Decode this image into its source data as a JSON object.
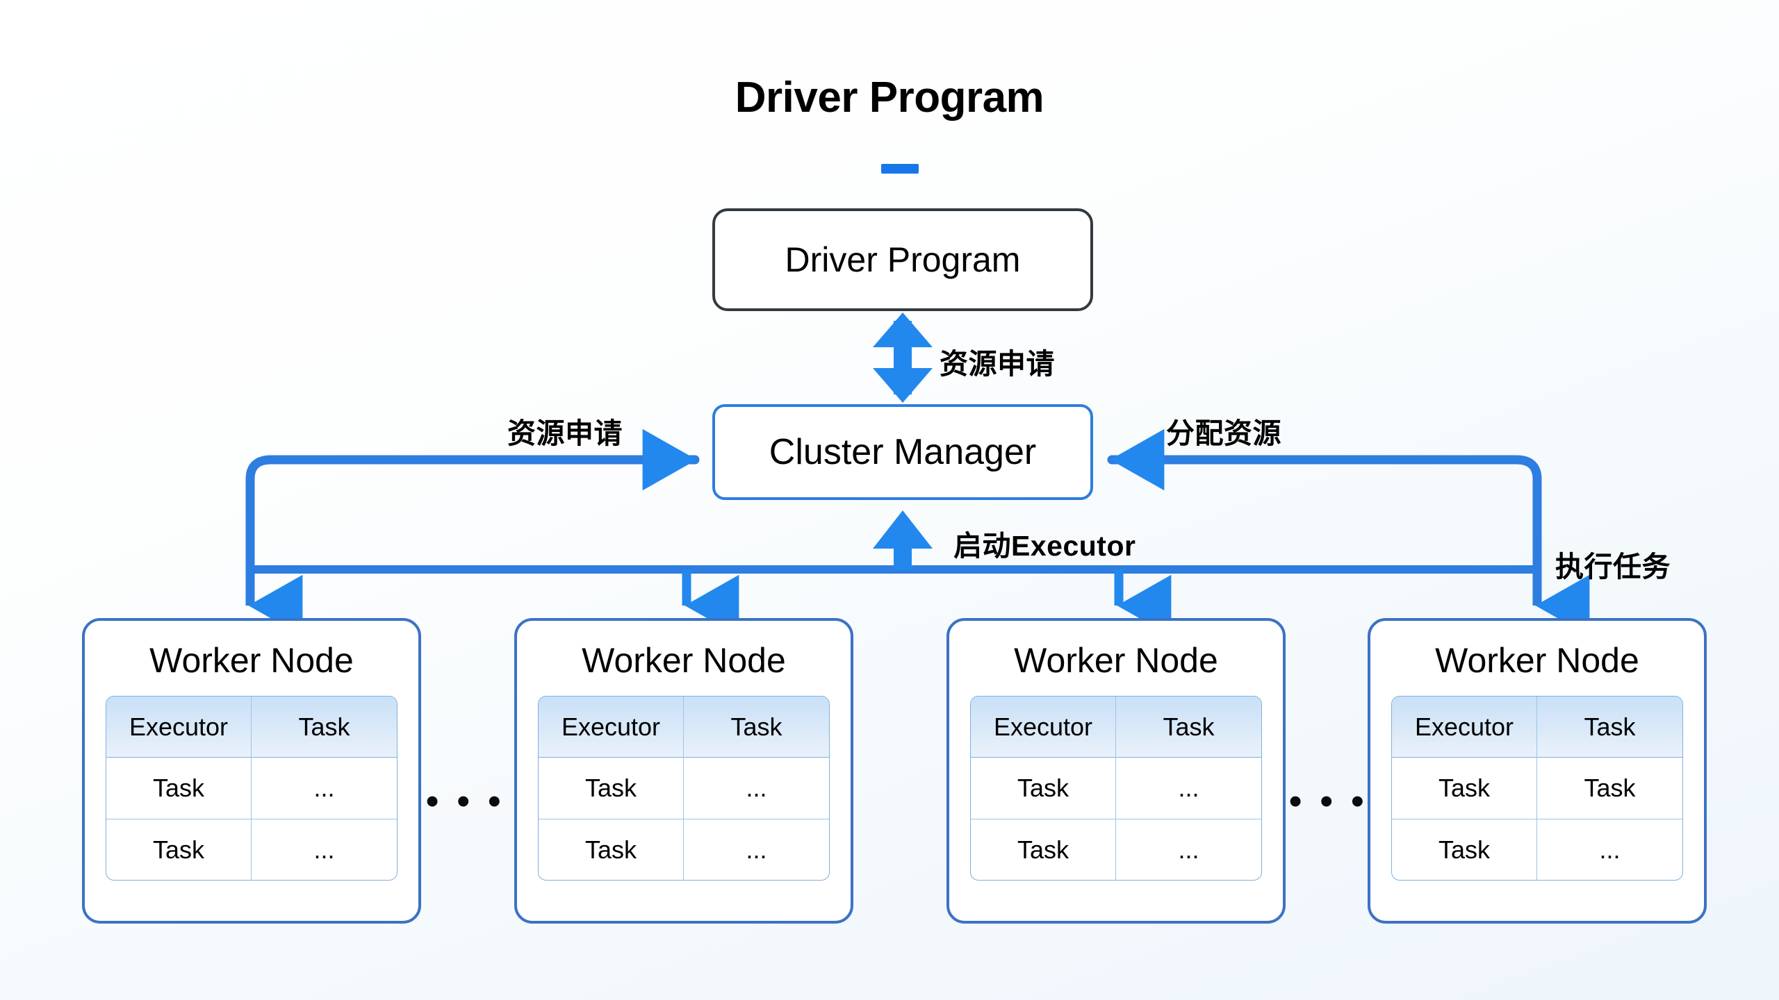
{
  "page": {
    "title": "Driver Program",
    "accent_color": "#1877e8",
    "arrow_color": "#2288ee",
    "worker_border_color": "#3d72c4",
    "table_header_color": "#c9e0f7",
    "background_color": "#f4f9fc"
  },
  "nodes": {
    "driver": {
      "label": "Driver Program"
    },
    "cluster_manager": {
      "label": "Cluster Manager"
    }
  },
  "edges": [
    {
      "id": "driver-cluster",
      "label": "资源申请",
      "direction": "bidirectional"
    },
    {
      "id": "workers-cluster",
      "label": "资源申请",
      "direction": "to-cluster"
    },
    {
      "id": "cluster-workers",
      "label": "分配资源",
      "direction": "from-cluster"
    },
    {
      "id": "start-executor",
      "label": "启动Executor",
      "direction": "to-cluster"
    },
    {
      "id": "execute-task",
      "label": "执行任务",
      "direction": "to-worker"
    }
  ],
  "labels": {
    "driver_cluster": "资源申请",
    "left_request": "资源申请",
    "right_allocate": "分配资源",
    "start_executor": "启动Executor",
    "execute_task": "执行任务"
  },
  "table": {
    "headers": [
      "Executor",
      "Task"
    ]
  },
  "separator": {
    "dots": "•••"
  },
  "workers": [
    {
      "title": "Worker Node",
      "headers": [
        "Executor",
        "Task"
      ],
      "rows": [
        [
          "Task",
          "..."
        ],
        [
          "Task",
          "..."
        ]
      ]
    },
    {
      "title": "Worker Node",
      "headers": [
        "Executor",
        "Task"
      ],
      "rows": [
        [
          "Task",
          "..."
        ],
        [
          "Task",
          "..."
        ]
      ]
    },
    {
      "title": "Worker Node",
      "headers": [
        "Executor",
        "Task"
      ],
      "rows": [
        [
          "Task",
          "..."
        ],
        [
          "Task",
          "..."
        ]
      ]
    },
    {
      "title": "Worker Node",
      "headers": [
        "Executor",
        "Task"
      ],
      "rows": [
        [
          "Task",
          "Task"
        ],
        [
          "Task",
          "..."
        ]
      ]
    }
  ],
  "separators": [
    "• • •",
    "• • •"
  ]
}
